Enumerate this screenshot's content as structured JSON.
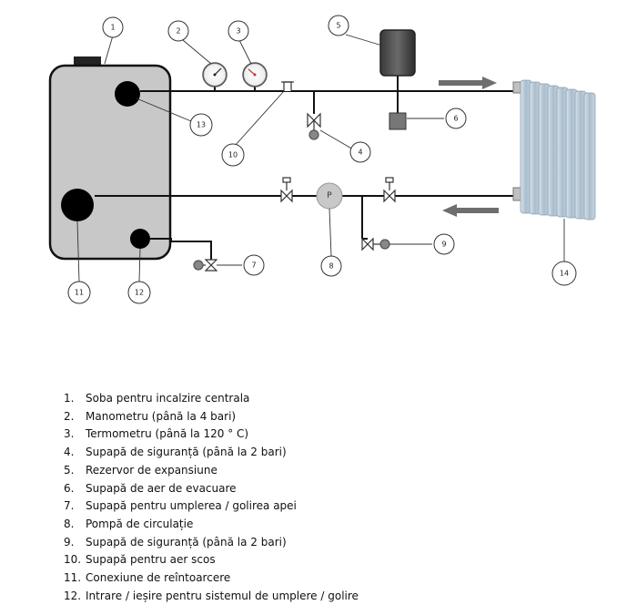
{
  "callouts": {
    "c1": "1",
    "c2": "2",
    "c3": "3",
    "c4": "4",
    "c5": "5",
    "c6": "6",
    "c7": "7",
    "c8": "8",
    "c9": "9",
    "c10": "10",
    "c11": "11",
    "c12": "12",
    "c13": "13",
    "c14": "14"
  },
  "pump_label": "P",
  "legend": [
    {
      "num": "1.",
      "text": "Soba pentru incalzire centrala"
    },
    {
      "num": "2.",
      "text": "Manometru (până la 4 bari)"
    },
    {
      "num": "3.",
      "text": "Termometru (până la 120 ° C)"
    },
    {
      "num": "4.",
      "text": "Supapă de siguranță (până la 2 bari)"
    },
    {
      "num": "5.",
      "text": "Rezervor de expansiune"
    },
    {
      "num": "6.",
      "text": "Supapă de aer de evacuare"
    },
    {
      "num": "7.",
      "text": "Supapă pentru umplerea / golirea apei"
    },
    {
      "num": "8.",
      "text": "Pompă de circulație"
    },
    {
      "num": "9.",
      "text": "Supapă de siguranță (până la 2 bari)"
    },
    {
      "num": "10.",
      "text": "Supapă pentru aer scos"
    },
    {
      "num": "11.",
      "text": "Conexiune de reîntoarcere"
    },
    {
      "num": "12.",
      "text": "Intrare / ieșire pentru sistemul de umplere / golire"
    }
  ],
  "colors": {
    "boiler_fill": "#c8c8c8",
    "pipe": "#111111",
    "radiator": "#b8c9d6",
    "pump": "#c8c8c8",
    "arrow": "#6e6e6e",
    "text": "#111111"
  }
}
